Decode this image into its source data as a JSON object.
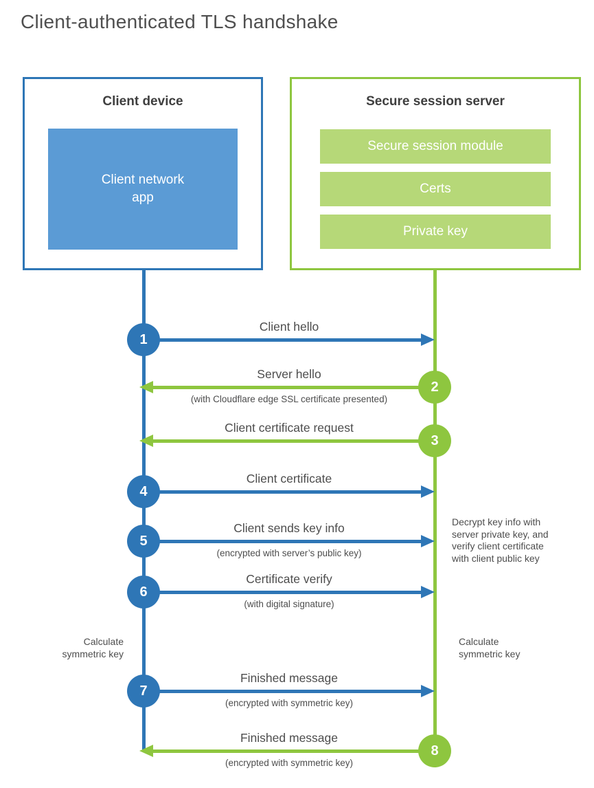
{
  "title": "Client-authenticated TLS handshake",
  "colors": {
    "blue": "#2e76b6",
    "blue_fill": "#5b9bd5",
    "green": "#8ec63f",
    "green_fill": "#b6d878"
  },
  "client": {
    "title": "Client device",
    "app_label": "Client network\napp"
  },
  "server": {
    "title": "Secure session server",
    "modules": [
      "Secure session module",
      "Certs",
      "Private key"
    ]
  },
  "steps": [
    {
      "num": "1",
      "from": "client",
      "label": "Client hello",
      "sub": ""
    },
    {
      "num": "2",
      "from": "server",
      "label": "Server hello",
      "sub": "(with Cloudflare edge SSL certificate presented)"
    },
    {
      "num": "3",
      "from": "server",
      "label": "Client certificate request",
      "sub": ""
    },
    {
      "num": "4",
      "from": "client",
      "label": "Client certificate",
      "sub": ""
    },
    {
      "num": "5",
      "from": "client",
      "label": "Client sends key info",
      "sub": "(encrypted with server’s public key)"
    },
    {
      "num": "6",
      "from": "client",
      "label": "Certificate verify",
      "sub": "(with digital signature)"
    },
    {
      "num": "7",
      "from": "client",
      "label": "Finished message",
      "sub": "(encrypted with symmetric key)"
    },
    {
      "num": "8",
      "from": "server",
      "label": "Finished message",
      "sub": "(encrypted with symmetric key)"
    }
  ],
  "notes": {
    "decrypt_note": "Decrypt key info with\nserver private key, and\nverify client certificate\nwith client public key",
    "calc_left": "Calculate\nsymmetric key",
    "calc_right": "Calculate\nsymmetric key"
  }
}
